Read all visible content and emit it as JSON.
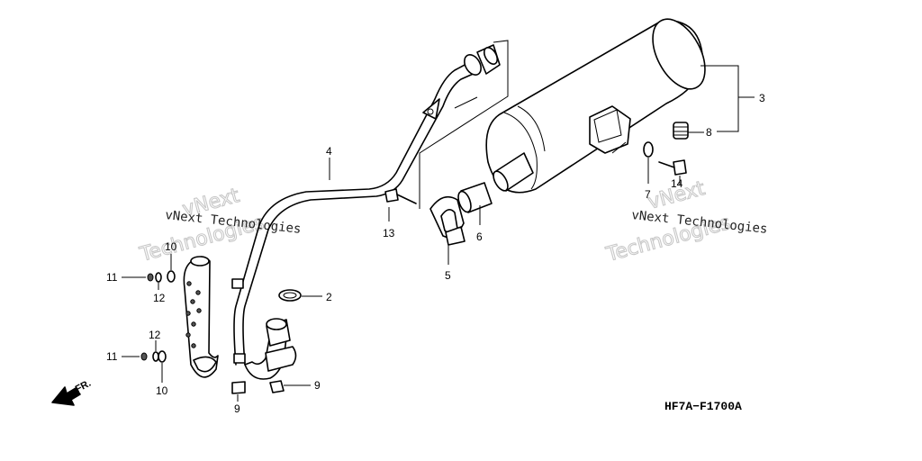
{
  "diagram": {
    "code": "HF7A−F1700A",
    "direction_label": "FR.",
    "callouts": {
      "c2": "2",
      "c3": "3",
      "c4": "4",
      "c5": "5",
      "c6": "6",
      "c7": "7",
      "c8": "8",
      "c9a": "9",
      "c9b": "9",
      "c10a": "10",
      "c10b": "10",
      "c11a": "11",
      "c11b": "11",
      "c12a": "12",
      "c12b": "12",
      "c13": "13",
      "c14": "14"
    }
  },
  "watermark": {
    "company": "vNext Technologies",
    "brand_short": "vNext",
    "brand_long": "Technologies"
  }
}
